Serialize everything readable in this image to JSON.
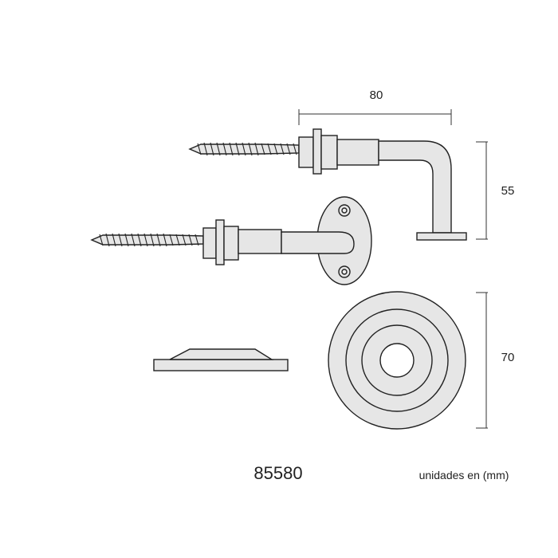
{
  "dimensions": {
    "width_label": "80",
    "height_label": "55",
    "diameter_label": "70"
  },
  "footer": {
    "product_code": "85580",
    "units_note": "unidades en (mm)"
  },
  "colors": {
    "line": "#222222",
    "fill": "#e6e6e6",
    "background": "#ffffff"
  }
}
